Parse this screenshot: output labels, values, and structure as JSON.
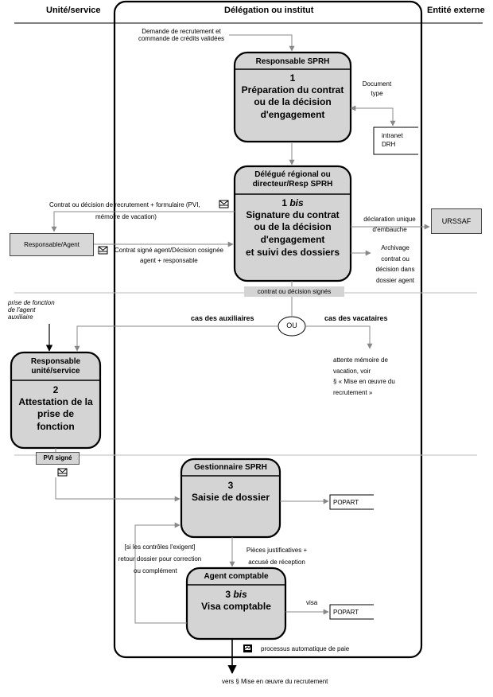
{
  "columns": {
    "left": "Unité/service",
    "middle": "Délégation ou institut",
    "right": "Entité externe"
  },
  "box1": {
    "title": "Responsable SPRH",
    "number": "1",
    "body_line1": "Préparation du contrat",
    "body_line2": "ou de la décision",
    "body_line3": "d'engagement"
  },
  "box1bis": {
    "title_line1": "Délégué régional ou",
    "title_line2": "directeur/Resp SPRH",
    "number": "1",
    "number_suffix": "bis",
    "body_line1": "Signature du contrat",
    "body_line2": "ou de la décision",
    "body_line3": "d'engagement",
    "body_line4": "et suivi des dossiers"
  },
  "box2": {
    "title_line1": "Responsable",
    "title_line2": "unité/service",
    "number": "2",
    "body_line1": "Attestation de la",
    "body_line2": "prise de",
    "body_line3": "fonction"
  },
  "box3": {
    "title": "Gestionnaire SPRH",
    "number": "3",
    "body": "Saisie de dossier"
  },
  "box3bis": {
    "title": "Agent comptable",
    "number": "3",
    "number_suffix": "bis",
    "body": "Visa comptable"
  },
  "labels": {
    "demande_line1": "Demande de recrutement et",
    "demande_line2": "commande de crédits validées",
    "document_line1": "Document",
    "document_line2": "type",
    "intranet_line1": "intranet",
    "intranet_line2": "DRH",
    "contrat_decision_line1": "Contrat ou décision de recrutement + formulaire (PVI,",
    "contrat_decision_line2": "mémoire de vacation)",
    "responsable_agent": "Responsable/Agent",
    "contrat_signe_line1": "Contrat signé agent/Décision cosignée",
    "contrat_signe_line2": "agent + responsable",
    "declaration_line1": "déclaration unique",
    "declaration_line2": "d'embauche",
    "urssaf": "URSSAF",
    "archivage_line1": "Archivage",
    "archivage_line2": "contrat ou",
    "archivage_line3": "décision dans",
    "archivage_line4": "dossier agent",
    "contrat_signes": "contrat ou décision signés",
    "prise_line1": "prise de fonction",
    "prise_line2": "de l'agent",
    "prise_line3": "auxiliaire",
    "cas_auxiliaires": "cas des auxiliaires",
    "ou": "OU",
    "cas_vacataires": "cas des vacataires",
    "attente_line1": "attente mémoire de",
    "attente_line2": "vacation, voir",
    "attente_line3": "§ « Mise en œuvre du",
    "attente_line4": "recrutement »",
    "pvi_signe": "PVI signé",
    "popart1": "POPART",
    "popart2": "POPART",
    "controles_line1": "[si les contrôles l'exigent]",
    "controles_line2": "retour dossier pour correction",
    "controles_line3": "ou complément",
    "pieces_line1": "Pièces justificatives +",
    "pieces_line2": "accusé de réception",
    "visa": "visa",
    "processus": "processus automatique de paie",
    "vers": "vers § Mise en œuvre du recrutement"
  }
}
